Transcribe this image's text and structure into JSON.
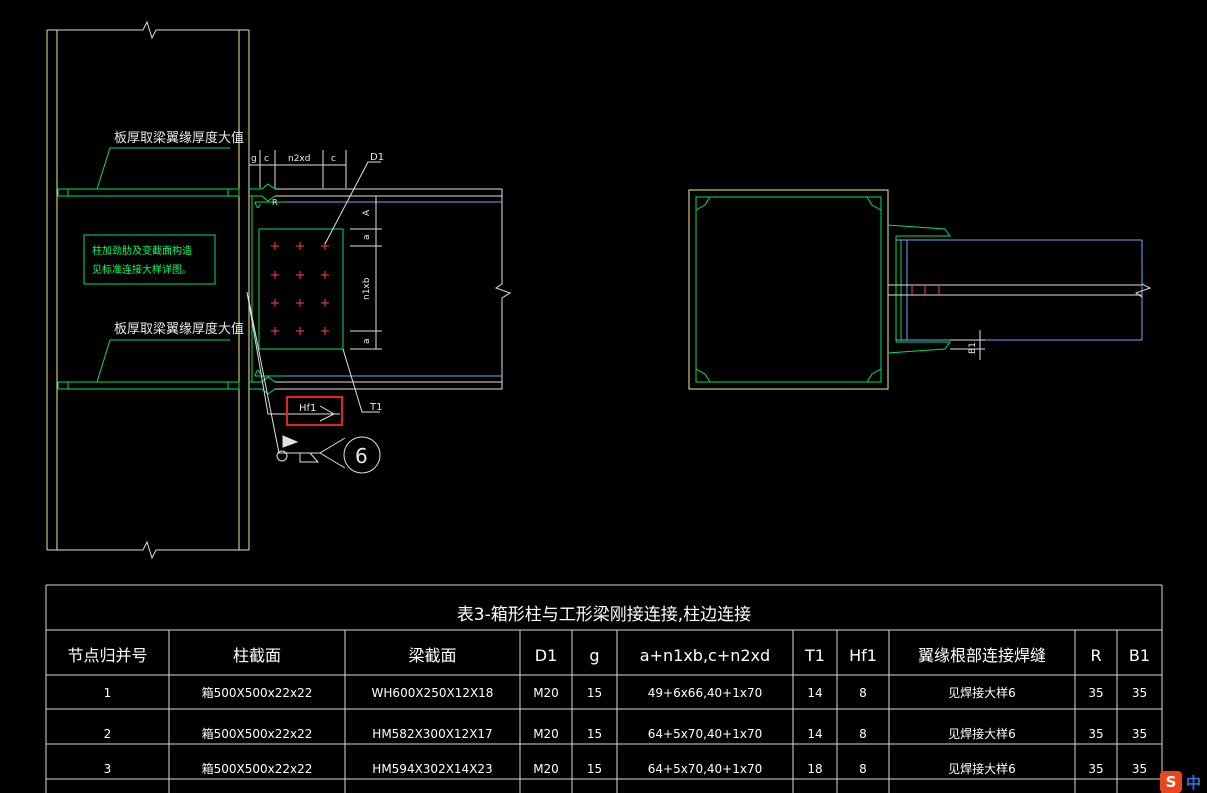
{
  "drawing": {
    "note_flange_top": "板厚取梁翼缘厚度大值",
    "note_flange_bottom": "板厚取梁翼缘厚度大值",
    "note_box_line1": "柱加劲肋及变截面构造",
    "note_box_line2": "见标准连接大样详图。",
    "dim_g": "g",
    "dim_c_left": "c",
    "dim_n2xd": "n2xd",
    "dim_c_right": "c",
    "label_d1": "D1",
    "label_r": "R",
    "dim_a_top": "A",
    "dim_a": "a",
    "dim_n1xb": "n1xb",
    "dim_a_bottom": "a",
    "label_hf1": "Hf1",
    "label_t1": "T1",
    "weld_symbol_number": "6",
    "label_b1": "B1"
  },
  "table": {
    "title": "表3-箱形柱与工形梁刚接连接,柱边连接",
    "headers": [
      "节点归并号",
      "柱截面",
      "梁截面",
      "D1",
      "g",
      "a+n1xb,c+n2xd",
      "T1",
      "Hf1",
      "翼缘根部连接焊缝",
      "R",
      "B1"
    ],
    "rows": [
      [
        "1",
        "箱500X500x22x22",
        "WH600X250X12X18",
        "M20",
        "15",
        "49+6x66,40+1x70",
        "14",
        "8",
        "见焊接大样6",
        "35",
        "35"
      ],
      [
        "2",
        "箱500X500x22x22",
        "HM582X300X12X17",
        "M20",
        "15",
        "64+5x70,40+1x70",
        "14",
        "8",
        "见焊接大样6",
        "35",
        "35"
      ],
      [
        "3",
        "箱500X500x22x22",
        "HM594X302X14X23",
        "M20",
        "15",
        "64+5x70,40+1x70",
        "18",
        "8",
        "见焊接大样6",
        "35",
        "35"
      ]
    ]
  },
  "ime": {
    "logo": "S",
    "mode": "中"
  }
}
